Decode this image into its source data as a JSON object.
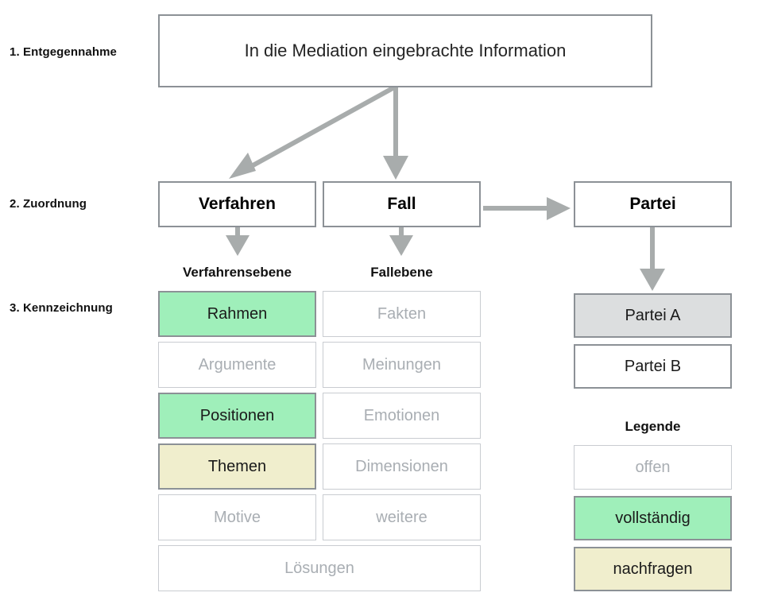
{
  "diagram": {
    "title_box": {
      "label": "In die Mediation eingebrachte Information"
    },
    "stages": [
      {
        "id": "entgegennahme",
        "label": "1. Entgegennahme"
      },
      {
        "id": "zuordnung",
        "label": "2. Zuordnung"
      },
      {
        "id": "kennzeichnung",
        "label": "3. Kennzeichnung"
      }
    ],
    "assignment": {
      "verfahren": "Verfahren",
      "fall": "Fall",
      "partei": "Partei"
    },
    "column_headers": {
      "verfahrensebene": "Verfahrensebene",
      "fallebene": "Fallebene"
    },
    "verfahrensebene_items": [
      {
        "label": "Rahmen",
        "state": "complete"
      },
      {
        "label": "Argumente",
        "state": "open"
      },
      {
        "label": "Positionen",
        "state": "complete"
      },
      {
        "label": "Themen",
        "state": "ask"
      },
      {
        "label": "Motive",
        "state": "open"
      }
    ],
    "fallebene_items": [
      {
        "label": "Fakten",
        "state": "open"
      },
      {
        "label": "Meinungen",
        "state": "open"
      },
      {
        "label": "Emotionen",
        "state": "open"
      },
      {
        "label": "Dimensionen",
        "state": "open"
      },
      {
        "label": "weitere",
        "state": "open"
      }
    ],
    "spanning_item": {
      "label": "Lösungen",
      "state": "open"
    },
    "parties": [
      {
        "label": "Partei A",
        "state": "selected"
      },
      {
        "label": "Partei B",
        "state": "default"
      }
    ],
    "legend": {
      "title": "Legende",
      "items": [
        {
          "label": "offen",
          "state": "open"
        },
        {
          "label": "vollständig",
          "state": "complete"
        },
        {
          "label": "nachfragen",
          "state": "ask"
        }
      ]
    },
    "colors": {
      "complete": "#9fefba",
      "ask": "#f0eecd",
      "selected": "#dcdedf",
      "border_strong": "#8c9196",
      "border_light": "#c9ccd1",
      "text_muted": "#a9aeb3",
      "arrow": "#a8acac"
    }
  }
}
